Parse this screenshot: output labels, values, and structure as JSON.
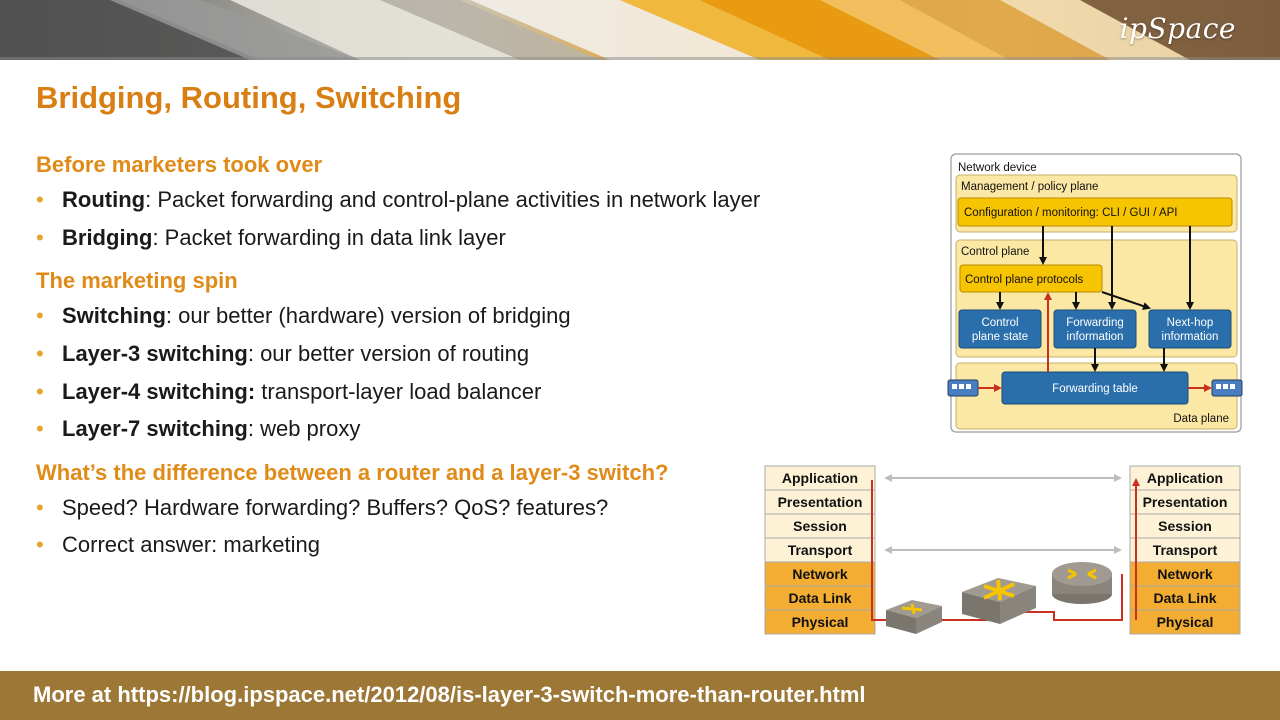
{
  "header": {
    "logo": "ipSpace"
  },
  "slide": {
    "title": "Bridging, Routing, Switching"
  },
  "sections": [
    {
      "heading": "Before marketers took over",
      "items": [
        {
          "term": "Routing",
          "text": ": Packet forwarding and control-plane activities in network layer"
        },
        {
          "term": "Bridging",
          "text": ": Packet forwarding in data link layer"
        }
      ]
    },
    {
      "heading": "The marketing spin",
      "items": [
        {
          "term": "Switching",
          "text": ": our better (hardware) version of bridging"
        },
        {
          "term": "Layer-3 switching",
          "text": ": our better version of routing"
        },
        {
          "term": "Layer-4 switching:",
          "text": " transport-layer load balancer"
        },
        {
          "term": "Layer-7 switching",
          "text": ": web proxy"
        }
      ]
    },
    {
      "heading": "What’s the difference between a router and a layer-3 switch?",
      "items": [
        {
          "term": "",
          "text": "Speed? Hardware forwarding? Buffers? QoS? features?"
        },
        {
          "term": "",
          "text": "Correct answer: marketing"
        }
      ]
    }
  ],
  "device_diagram": {
    "device_label": "Network device",
    "mgmt_plane_label": "Management / policy plane",
    "config_label": "Configuration / monitoring: CLI / GUI / API",
    "control_plane_label": "Control plane",
    "control_protocols_label": "Control plane protocols",
    "boxes": [
      {
        "line1": "Control",
        "line2": "plane state"
      },
      {
        "line1": "Forwarding",
        "line2": "information"
      },
      {
        "line1": "Next-hop",
        "line2": "information"
      }
    ],
    "forwarding_table_label": "Forwarding table",
    "data_plane_label": "Data plane"
  },
  "osi_diagram": {
    "layers": [
      "Application",
      "Presentation",
      "Session",
      "Transport",
      "Network",
      "Data Link",
      "Physical"
    ]
  },
  "colors": {
    "accent": "#d97e12",
    "bullet": "#e8a32a",
    "footer": "#9c7736",
    "plane_fill": "#fbe8a4",
    "box_yellow": "#f6c400",
    "box_blue": "#2a6fab",
    "osi_light": "#fdf2d6",
    "osi_dark": "#f4ad33",
    "red_line": "#c9301f"
  },
  "footer": {
    "text": "More at https://blog.ipspace.net/2012/08/is-layer-3-switch-more-than-router.html"
  }
}
